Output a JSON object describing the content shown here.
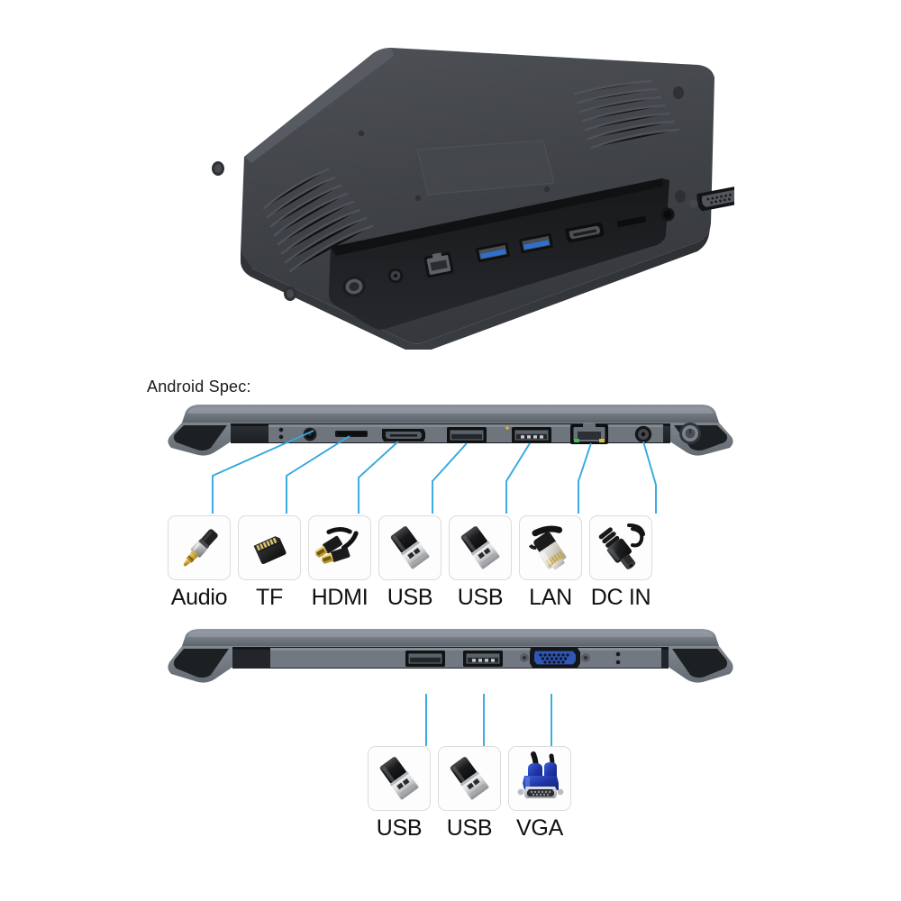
{
  "page": {
    "background": "#ffffff",
    "accent_line_color": "#35a8e0",
    "device_body_color": "#6d737b",
    "label_color": "#111111"
  },
  "section": {
    "title": "Android Spec:"
  },
  "hero": {
    "name": "rear view of industrial android tablet pc",
    "body_color": "#3e4044",
    "visible_ports": [
      "power-button",
      "dc-in",
      "lan",
      "usb",
      "usb",
      "hdmi",
      "tf-card",
      "audio",
      "vga"
    ]
  },
  "android_edge": {
    "name": "android model bottom edge port strip",
    "ports": [
      {
        "id": "audio",
        "icon": "audio-jack-icon",
        "label": "Audio"
      },
      {
        "id": "tf",
        "icon": "tf-card-icon",
        "label": "TF"
      },
      {
        "id": "hdmi",
        "icon": "hdmi-cable-icon",
        "label": "HDMI"
      },
      {
        "id": "usb1",
        "icon": "usb-plug-icon",
        "label": "USB"
      },
      {
        "id": "usb2",
        "icon": "usb-plug-icon",
        "label": "USB"
      },
      {
        "id": "lan",
        "icon": "rj45-plug-icon",
        "label": "LAN"
      },
      {
        "id": "dcin",
        "icon": "dc-barrel-icon",
        "label": "DC IN"
      }
    ]
  },
  "windows_edge": {
    "name": "second model bottom edge port strip",
    "ports": [
      {
        "id": "usb1",
        "icon": "usb-plug-icon",
        "label": "USB"
      },
      {
        "id": "usb2",
        "icon": "usb-plug-icon",
        "label": "USB"
      },
      {
        "id": "vga",
        "icon": "vga-plug-icon",
        "label": "VGA"
      }
    ]
  }
}
